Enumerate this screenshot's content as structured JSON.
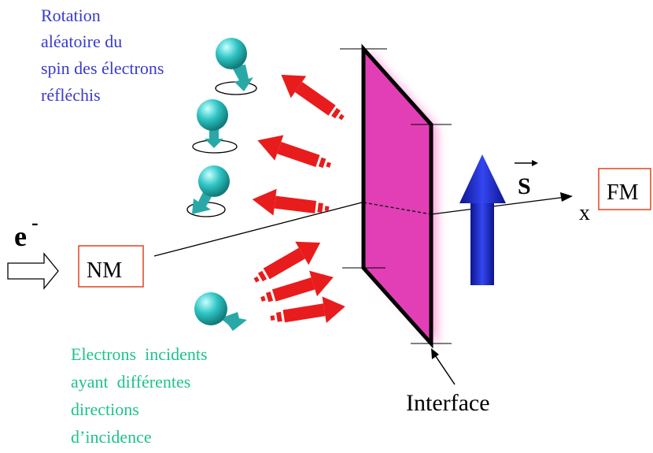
{
  "caption_top": {
    "lines": [
      "Rotation",
      "aléatoire du",
      "spin des électrons",
      "réfléchis"
    ],
    "color": "#3a3acc"
  },
  "caption_bottom": {
    "lines": [
      "Electrons  incidents",
      "ayant  différentes",
      "directions",
      "d’incidence"
    ],
    "color": "#1ec28c"
  },
  "labels": {
    "electron_symbol": "e",
    "electron_charge": "-",
    "nm": "NM",
    "fm": "FM",
    "spin_vector": "S",
    "axis": "x",
    "interface": "Interface"
  },
  "colors": {
    "interface_fill": "#e23fb7",
    "interface_glow": "#ff9ad9",
    "arrow_red": "#e81c1c",
    "spin_arrow_blue": "#1f2fd6",
    "electron_cyan": "#2fc4c4",
    "box_border": "#e0431f"
  }
}
